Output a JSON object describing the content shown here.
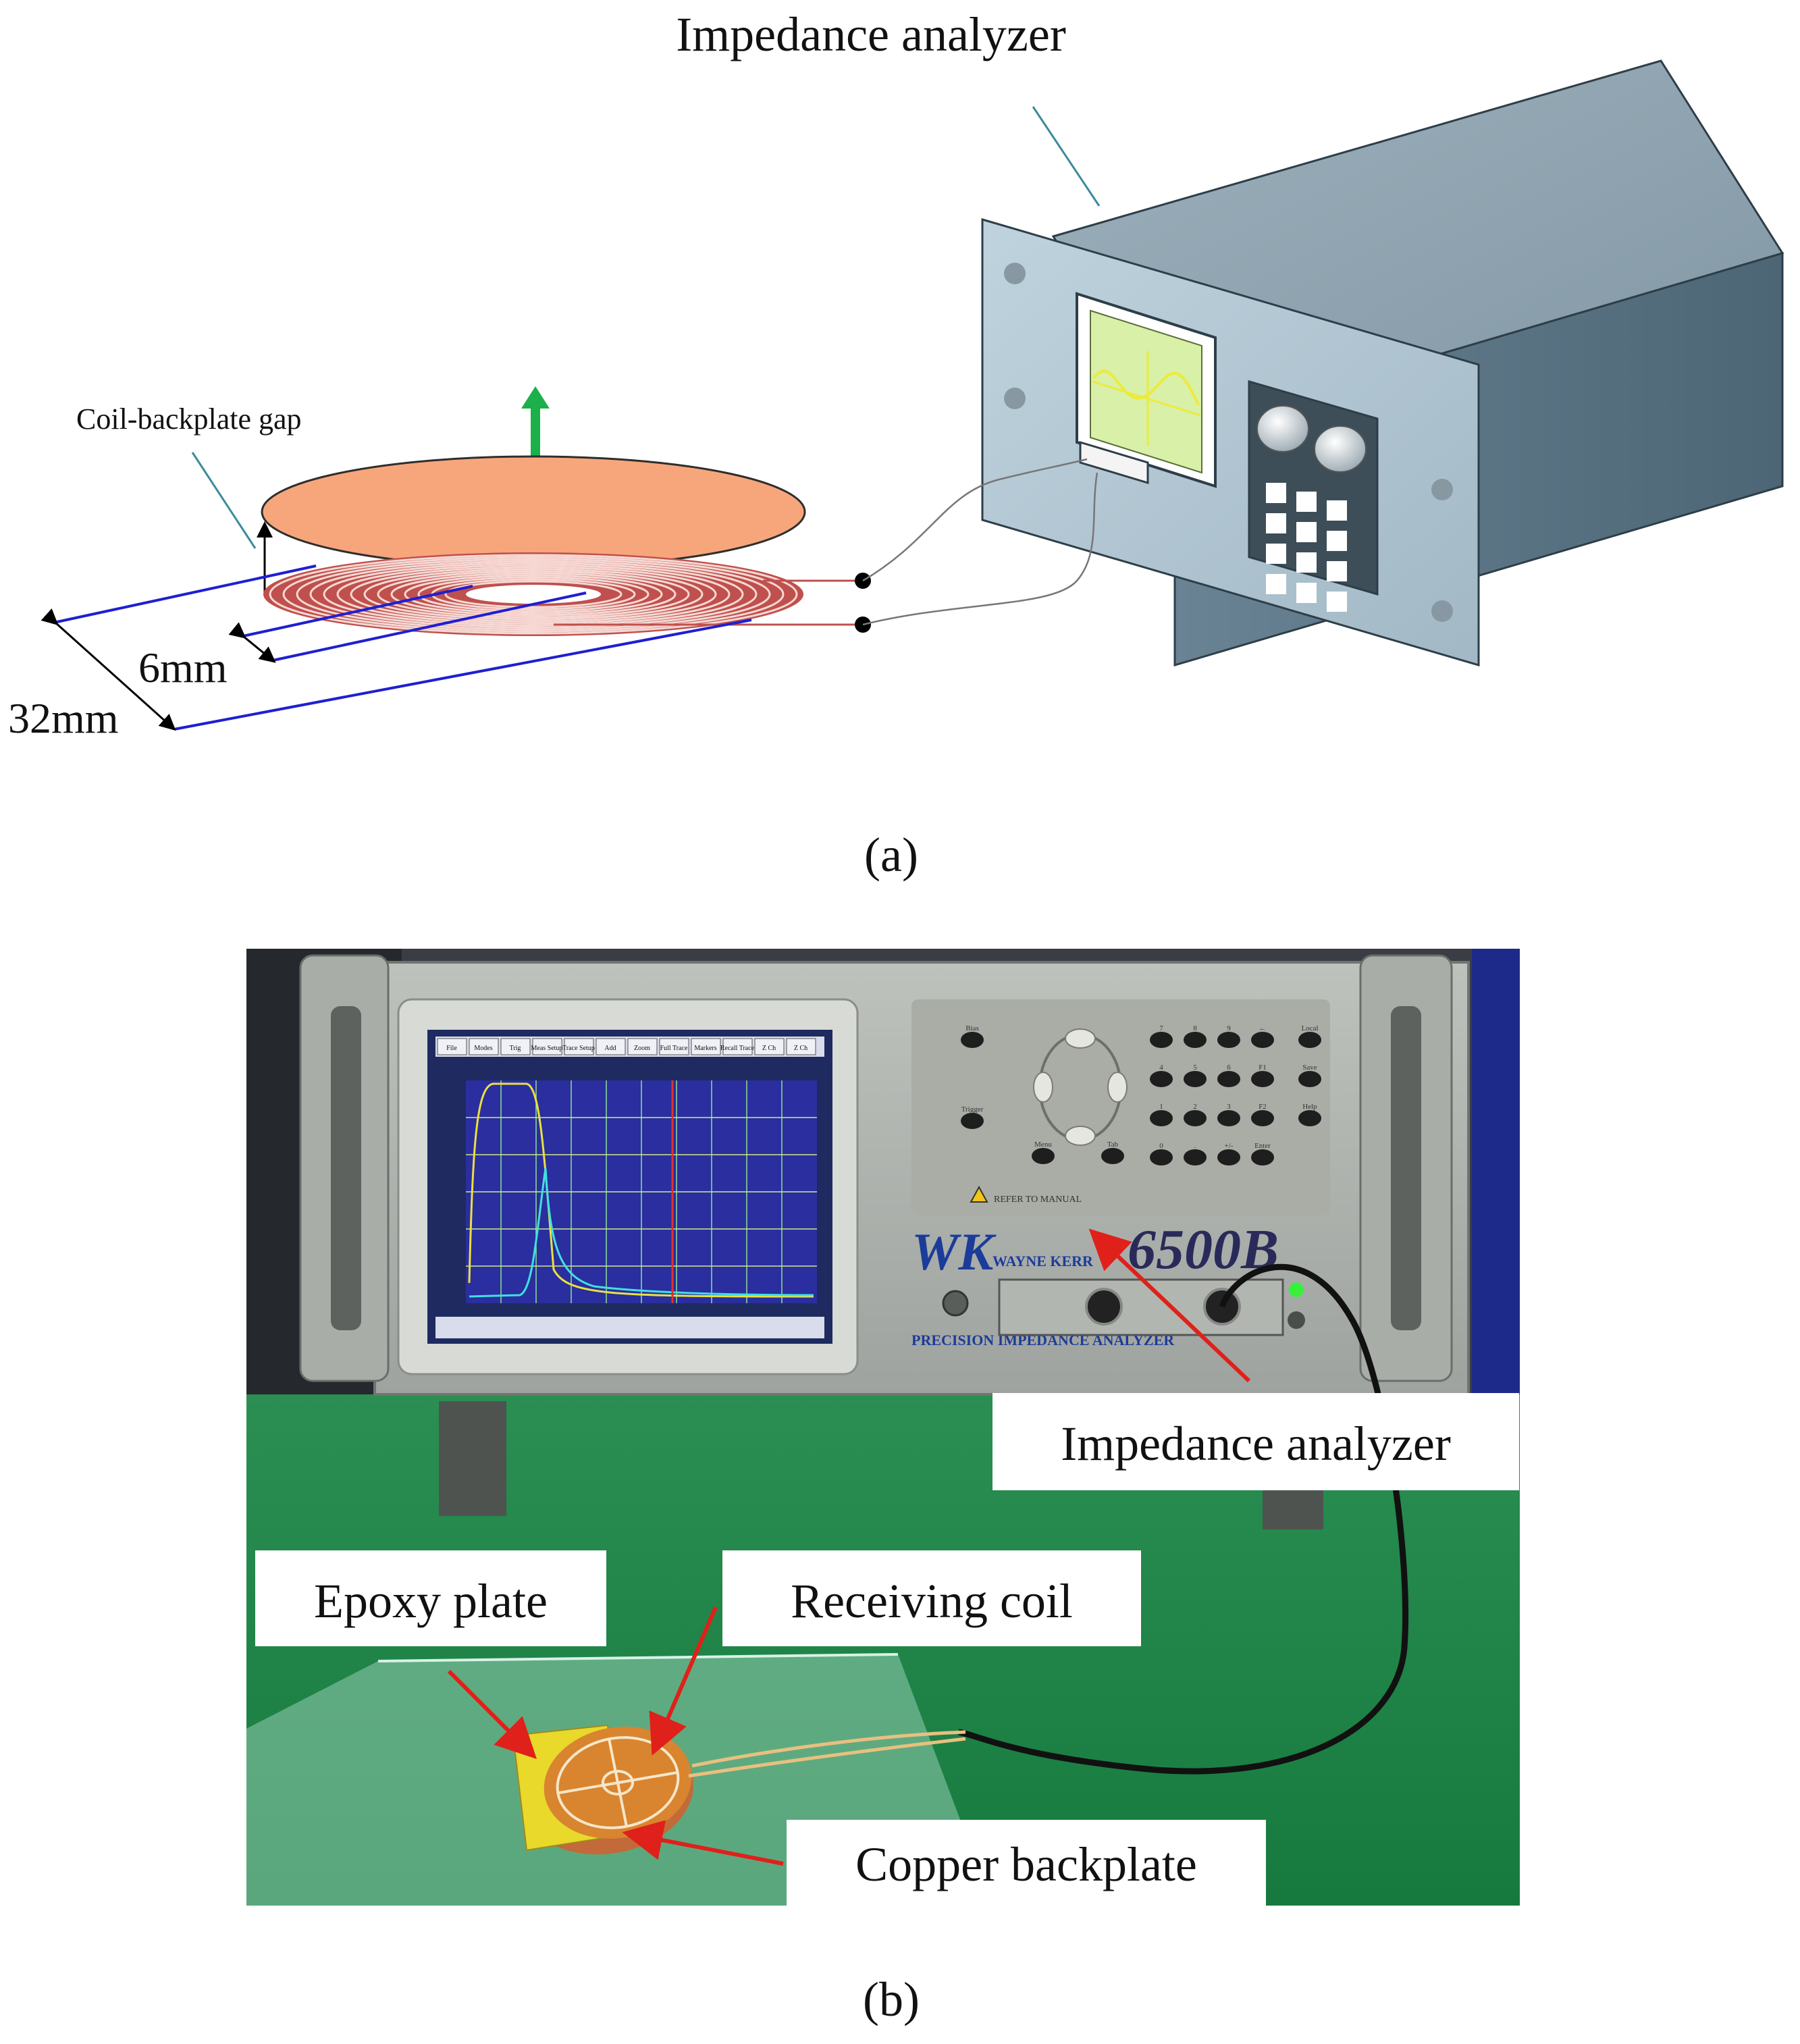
{
  "panel_a": {
    "caption": "(a)",
    "analyzer_label": "Impedance analyzer",
    "gap_label": "Coil-backplate gap",
    "inner_dim_label": "6mm",
    "outer_dim_label": "32mm"
  },
  "panel_b": {
    "caption": "(b)",
    "callouts": {
      "analyzer": "Impedance analyzer",
      "epoxy": "Epoxy plate",
      "coil": "Receiving coil",
      "backplate": "Copper backplate"
    },
    "device": {
      "model": "6500B",
      "brand_logo": "WK",
      "brand": "WAYNE KERR",
      "subtitle": "PRECISION IMPEDANCE ANALYZER",
      "warning": "REFER TO MANUAL",
      "keys": [
        "Bias",
        "Trigger",
        "Menu",
        "Tab",
        "7",
        "8",
        "9",
        "←",
        "Local",
        "4",
        "5",
        "6",
        "F1",
        "Save",
        "1",
        "2",
        "3",
        "F2",
        "Help",
        "0",
        ".",
        "+/-",
        "Enter"
      ],
      "screen_menu": [
        "File",
        "Modes",
        "Trig",
        "Meas Setup",
        "Trace Setup",
        "Add",
        "Zoom",
        "Full Trace",
        "Markers",
        "Recall Trace",
        "Z Ch",
        "Z Ch"
      ]
    }
  },
  "colors": {
    "copper_plate": "#F7A67B",
    "coil": "#C0504D",
    "dim_line": "#1F1FD0",
    "arrow_up": "#1BB04A",
    "analyzer_body": "#7D95A4",
    "screen": "#D8F0A8",
    "callout_arrow": "#E0201A",
    "bench_green": "#1F8A4A"
  }
}
